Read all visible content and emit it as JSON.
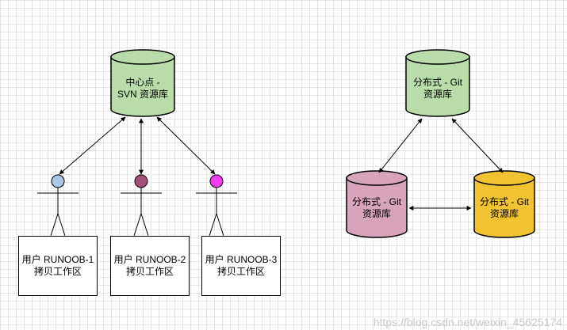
{
  "svn_repo": {
    "line1": "中心点 -",
    "line2": "SVN 资源库",
    "fill": "#b9dcaa"
  },
  "git_top": {
    "line1": "分布式 - Git",
    "line2": "资源库",
    "fill": "#b9dcaa"
  },
  "git_left": {
    "line1": "分布式 - Git",
    "line2": "资源库",
    "fill": "#d7a4bc"
  },
  "git_right": {
    "line1": "分布式 - Git",
    "line2": "资源库",
    "fill": "#f2c331"
  },
  "users": [
    {
      "line1": "用户 RUNOOB-1",
      "line2": "拷贝工作区",
      "head_color": "#a9c8ea"
    },
    {
      "line1": "用户 RUNOOB-2",
      "line2": "拷贝工作区",
      "head_color": "#a4507a"
    },
    {
      "line1": "用户 RUNOOB-3",
      "line2": "拷贝工作区",
      "head_color": "#f23ef2"
    }
  ],
  "watermark": "https://blog.csdn.net/weixin_45625174"
}
